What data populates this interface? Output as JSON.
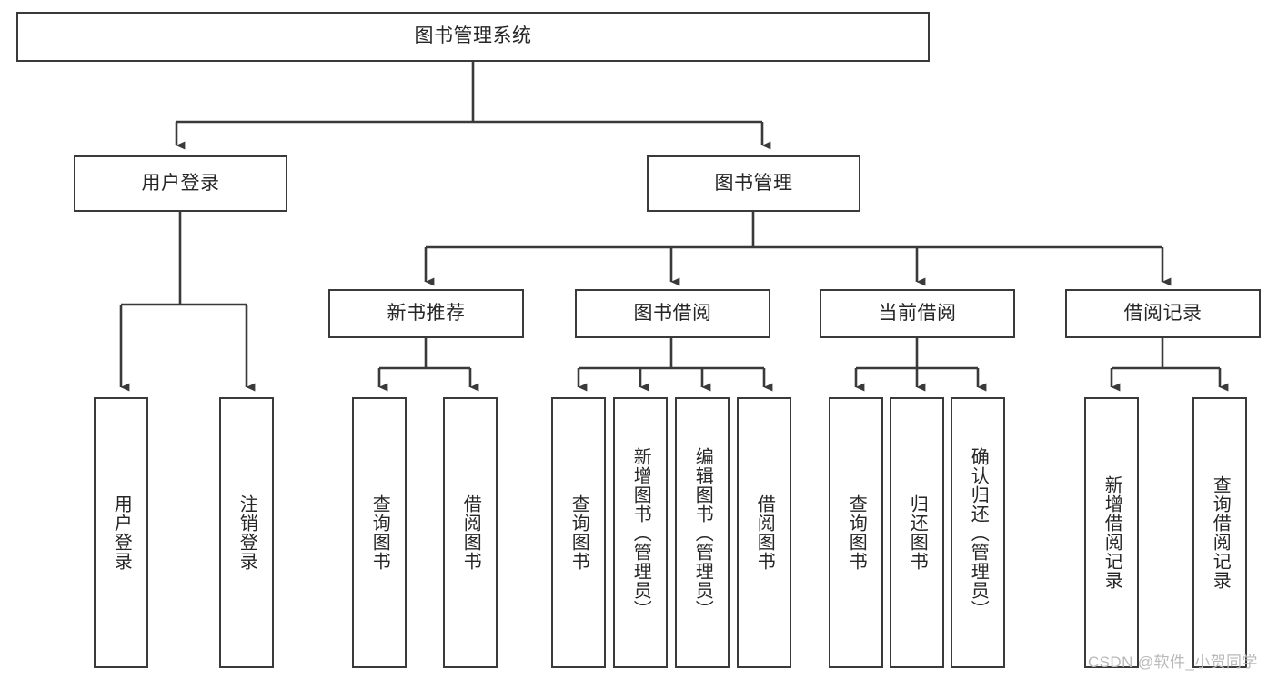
{
  "diagram": {
    "title": "图书管理系统",
    "style": {
      "box_border_color": "#3a3a3a",
      "box_fill_color": "#ffffff",
      "edge_color": "#3a3a3a",
      "text_color": "#262626",
      "background_color": "#ffffff"
    },
    "root": {
      "label": "图书管理系统"
    },
    "level2": [
      {
        "label": "用户登录"
      },
      {
        "label": "图书管理"
      }
    ],
    "level3": [
      {
        "label": "新书推荐"
      },
      {
        "label": "图书借阅"
      },
      {
        "label": "当前借阅"
      },
      {
        "label": "借阅记录"
      }
    ],
    "leaves": {
      "user_login": [
        {
          "label": "用户登录"
        },
        {
          "label": "注销登录"
        }
      ],
      "new_book_recommend": [
        {
          "label": "查询图书"
        },
        {
          "label": "借阅图书"
        }
      ],
      "book_borrow": [
        {
          "label": "查询图书"
        },
        {
          "label": "新增图书（管理员）"
        },
        {
          "label": "编辑图书（管理员）"
        },
        {
          "label": "借阅图书"
        }
      ],
      "current_borrow": [
        {
          "label": "查询图书"
        },
        {
          "label": "归还图书"
        },
        {
          "label": "确认归还（管理员）"
        }
      ],
      "borrow_record": [
        {
          "label": "新增借阅记录"
        },
        {
          "label": "查询借阅记录"
        }
      ]
    }
  },
  "watermark": {
    "text": "CSDN @软件_小贺同学"
  }
}
